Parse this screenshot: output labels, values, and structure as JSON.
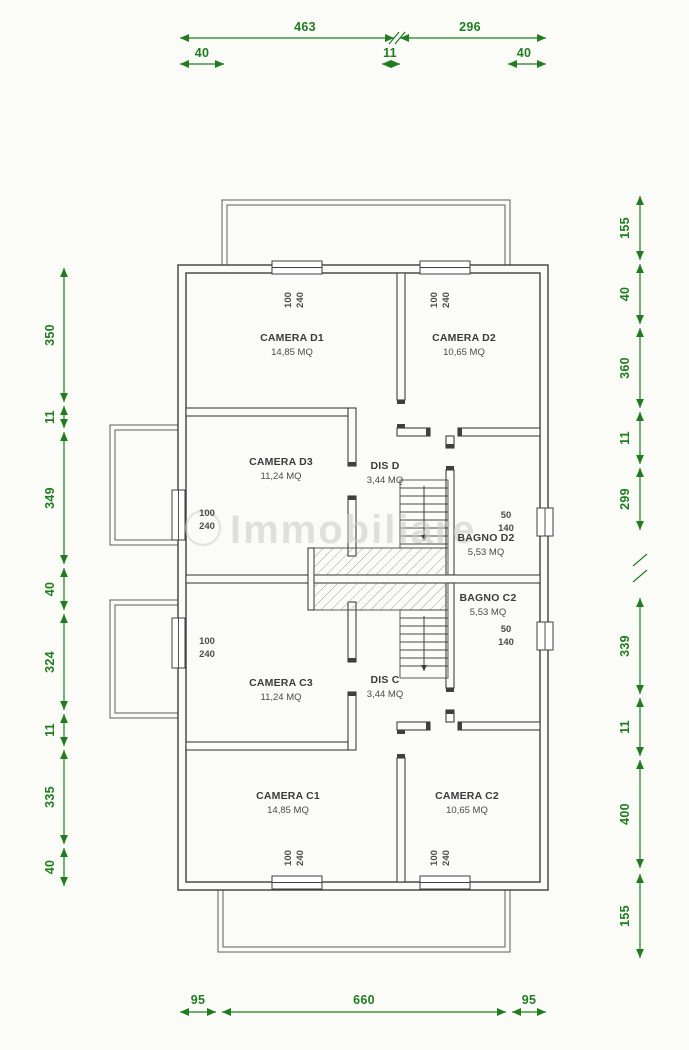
{
  "plan": {
    "watermark": "Immobiliare",
    "rooms": [
      {
        "name": "CAMERA D1",
        "area": "14,85 MQ"
      },
      {
        "name": "CAMERA D2",
        "area": "10,65 MQ"
      },
      {
        "name": "CAMERA D3",
        "area": "11,24 MQ"
      },
      {
        "name": "DIS D",
        "area": "3,44 MQ"
      },
      {
        "name": "BAGNO D2",
        "area": "5,53 MQ"
      },
      {
        "name": "BAGNO C2",
        "area": "5,53 MQ"
      },
      {
        "name": "CAMERA C3",
        "area": "11,24 MQ"
      },
      {
        "name": "DIS C",
        "area": "3,44 MQ"
      },
      {
        "name": "CAMERA C1",
        "area": "14,85 MQ"
      },
      {
        "name": "CAMERA C2",
        "area": "10,65 MQ"
      }
    ],
    "openings": {
      "balcony_door": {
        "w": "100",
        "h": "240"
      },
      "small_window": {
        "w": "50",
        "h": "140"
      }
    },
    "dimensions": {
      "top_outer": [
        "463",
        "296"
      ],
      "top_inner": [
        "40",
        "11",
        "40"
      ],
      "left": [
        "350",
        "11",
        "349",
        "40",
        "324",
        "11",
        "335",
        "40"
      ],
      "right": [
        "155",
        "40",
        "360",
        "11",
        "299",
        "339",
        "11",
        "400",
        "155"
      ],
      "bottom": [
        "95",
        "660",
        "95"
      ]
    },
    "colors": {
      "dimension_green": "#1f7d1f",
      "wall": "#3f3f3f",
      "background": "#fbfbf8",
      "watermark_gray": "#cbcbc4"
    }
  }
}
